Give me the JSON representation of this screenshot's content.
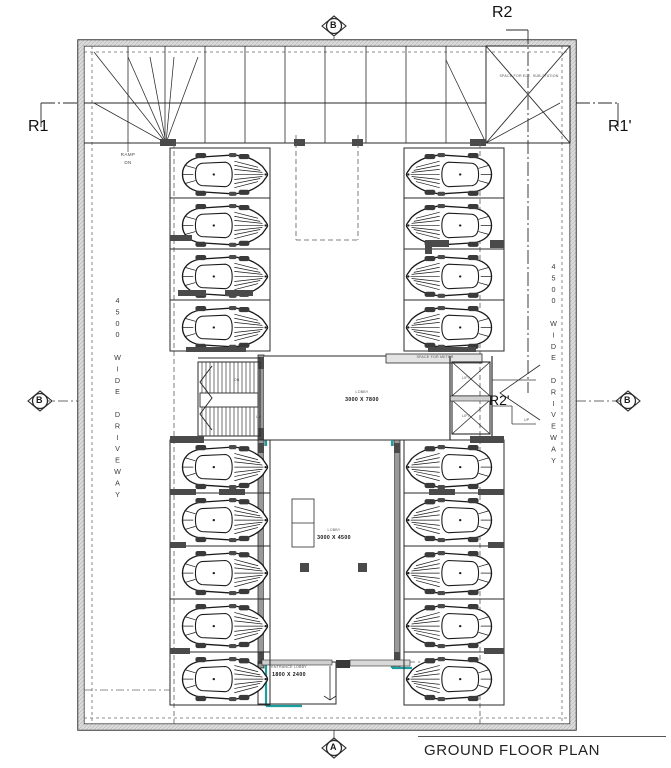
{
  "drawing": {
    "title": "GROUND FLOOR PLAN",
    "type": "architectural-floor-plan",
    "accent_color": "#1a9e9e",
    "line_color": "#1a1a1a",
    "wall_fill": "#d8d8d8",
    "background": "#ffffff"
  },
  "section_markers": {
    "r1": "R1",
    "r1_prime": "R1'",
    "r2": "R2",
    "r2_prime": "R2'"
  },
  "grid_bubbles": {
    "top": "B",
    "bottom": "A",
    "left": "B",
    "right": "B"
  },
  "annotations": {
    "ramp": "RAMP\nDN",
    "ramp_line1": "RAMP",
    "ramp_line2": "DN",
    "substation": "SPACE FOR ELE. SUB-STATION",
    "meter": "SPACE FOR METER",
    "driveway_left": "4500 WIDE DRIVEWAY",
    "driveway_right": "4500 WIDE DRIVEWAY",
    "lobby_label_top": "LOBBY",
    "lobby_value_top": "3000 X 7800",
    "lobby_label_bottom": "LOBBY",
    "lobby_value_bottom": "3000 X 4500",
    "stair_up": "UP",
    "stair_dn": "DN",
    "lift_1": "LIFT",
    "lift_2": "LIFT",
    "up_arrow": "UP",
    "entry_note": "ENTRANCE LOBBY",
    "entry_value": "1800 X 2400"
  },
  "parking": {
    "bay_count_top_left": 4,
    "bay_count_top_right": 4,
    "bay_count_bottom_left": 5,
    "bay_count_bottom_right": 5,
    "total_bays": 18,
    "symbol": "car-plan-outline"
  },
  "legend_icons": {
    "grid_bubble": "circle-with-letter",
    "section_cut": "section-cut-marker",
    "north": "not-shown"
  }
}
